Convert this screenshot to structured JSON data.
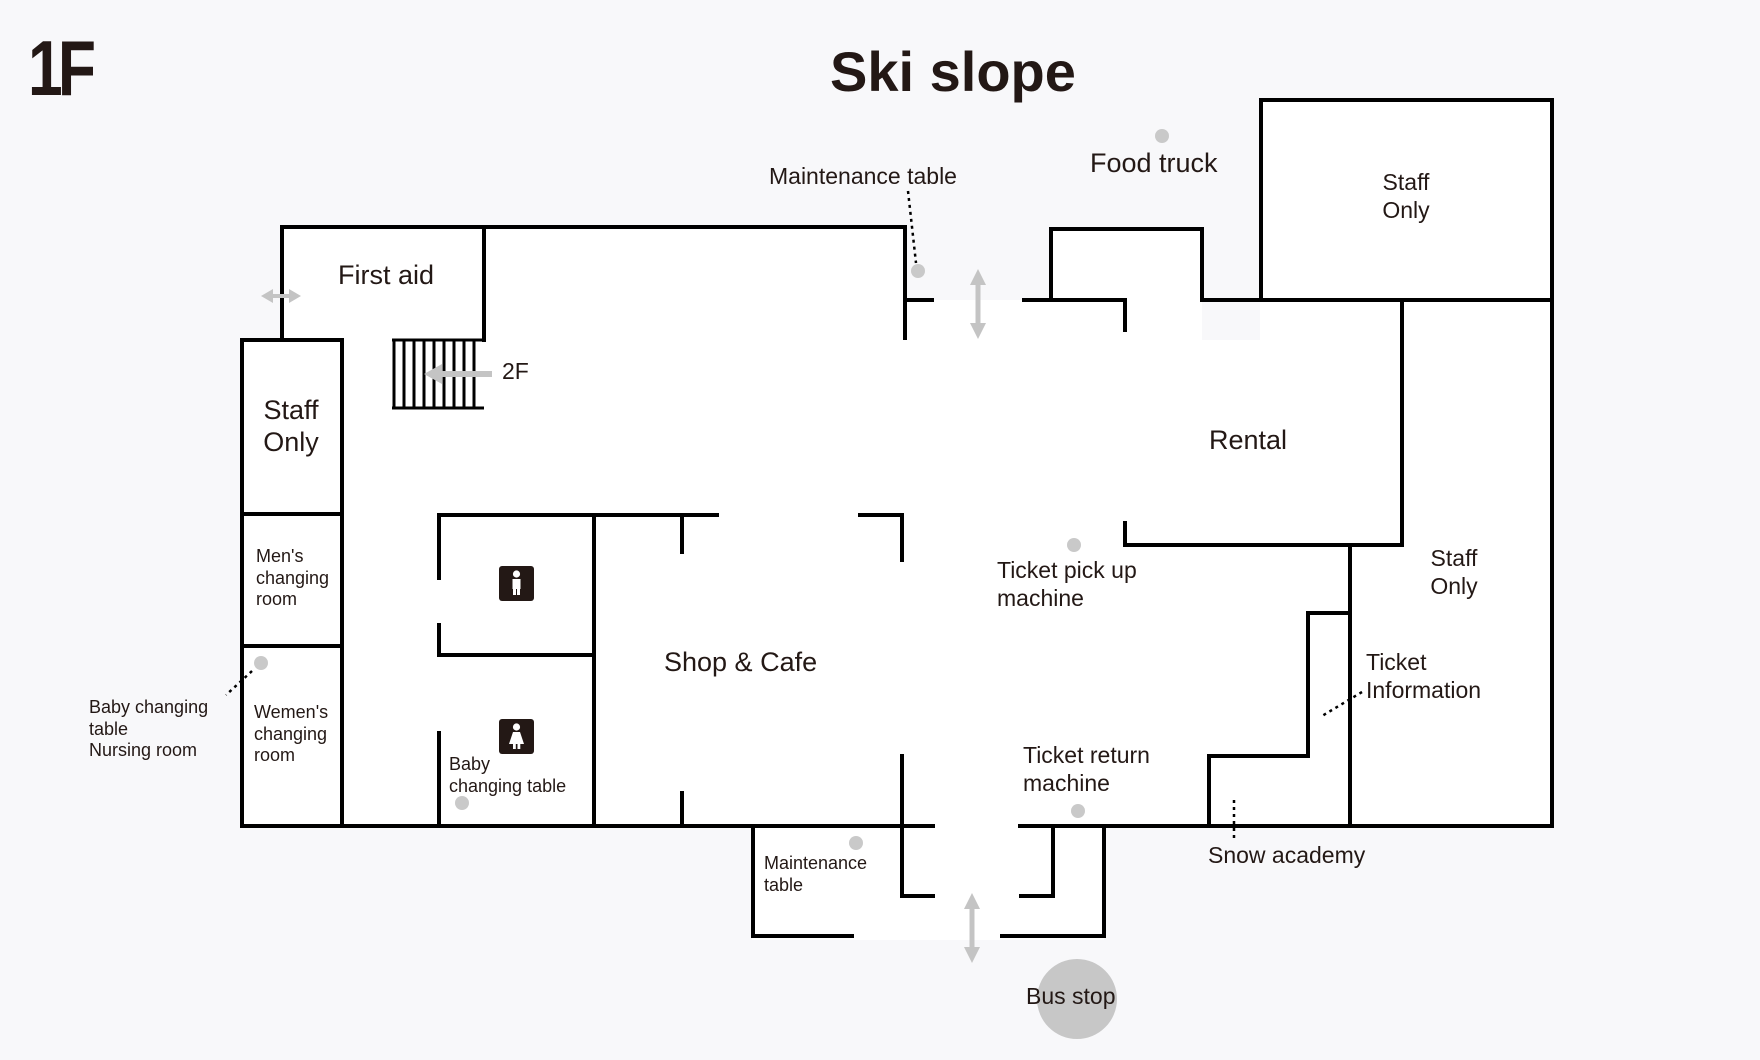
{
  "floor_label": "1F",
  "map_title": "Ski slope",
  "labels": {
    "first_aid": "First aid",
    "stairs_to": "2F",
    "staff_only_left": "Staff\nOnly",
    "staff_only_top_right": "Staff\nOnly",
    "staff_only_right": "Staff\nOnly",
    "mens_changing": "Men's\nchanging\nroom",
    "womens_changing": "Wemen's\nchanging\nroom",
    "baby_changing_nursing": "Baby changing\ntable\nNursing room",
    "baby_changing_table": "Baby\nchanging table",
    "shop_cafe": "Shop & Cafe",
    "rental": "Rental",
    "maintenance_table_top": "Maintenance table",
    "maintenance_table_bottom": "Maintenance\ntable",
    "food_truck": "Food truck",
    "ticket_pickup": "Ticket pick up\nmachine",
    "ticket_return": "Ticket return\nmachine",
    "ticket_information": "Ticket\nInformation",
    "snow_academy": "Snow academy",
    "bus_stop": "Bus stop"
  },
  "icons": {
    "mens_toilet": "male-restroom-icon",
    "womens_toilet": "female-restroom-icon",
    "stairs": "stairs-icon",
    "entrance_arrow": "double-arrow-icon",
    "point_marker": "location-dot-icon"
  },
  "colors": {
    "background": "#f8f8fa",
    "wall": "#000000",
    "text": "#231815",
    "marker": "#c9c9c9",
    "arrow": "#c4c4c4",
    "room_fill": "#ffffff"
  }
}
